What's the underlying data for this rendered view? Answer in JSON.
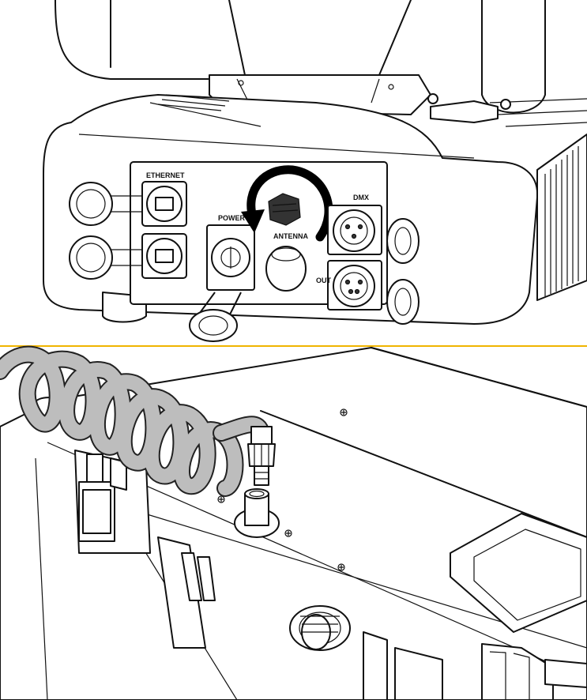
{
  "labels": {
    "ethernet": "ETHERNET",
    "power": "POWER",
    "antenna": "ANTENNA",
    "dmx": "DMX",
    "out": "OUT"
  },
  "colors": {
    "separator": "#f0b400",
    "cable": "#bdbdbd",
    "arrow": "#000000"
  }
}
